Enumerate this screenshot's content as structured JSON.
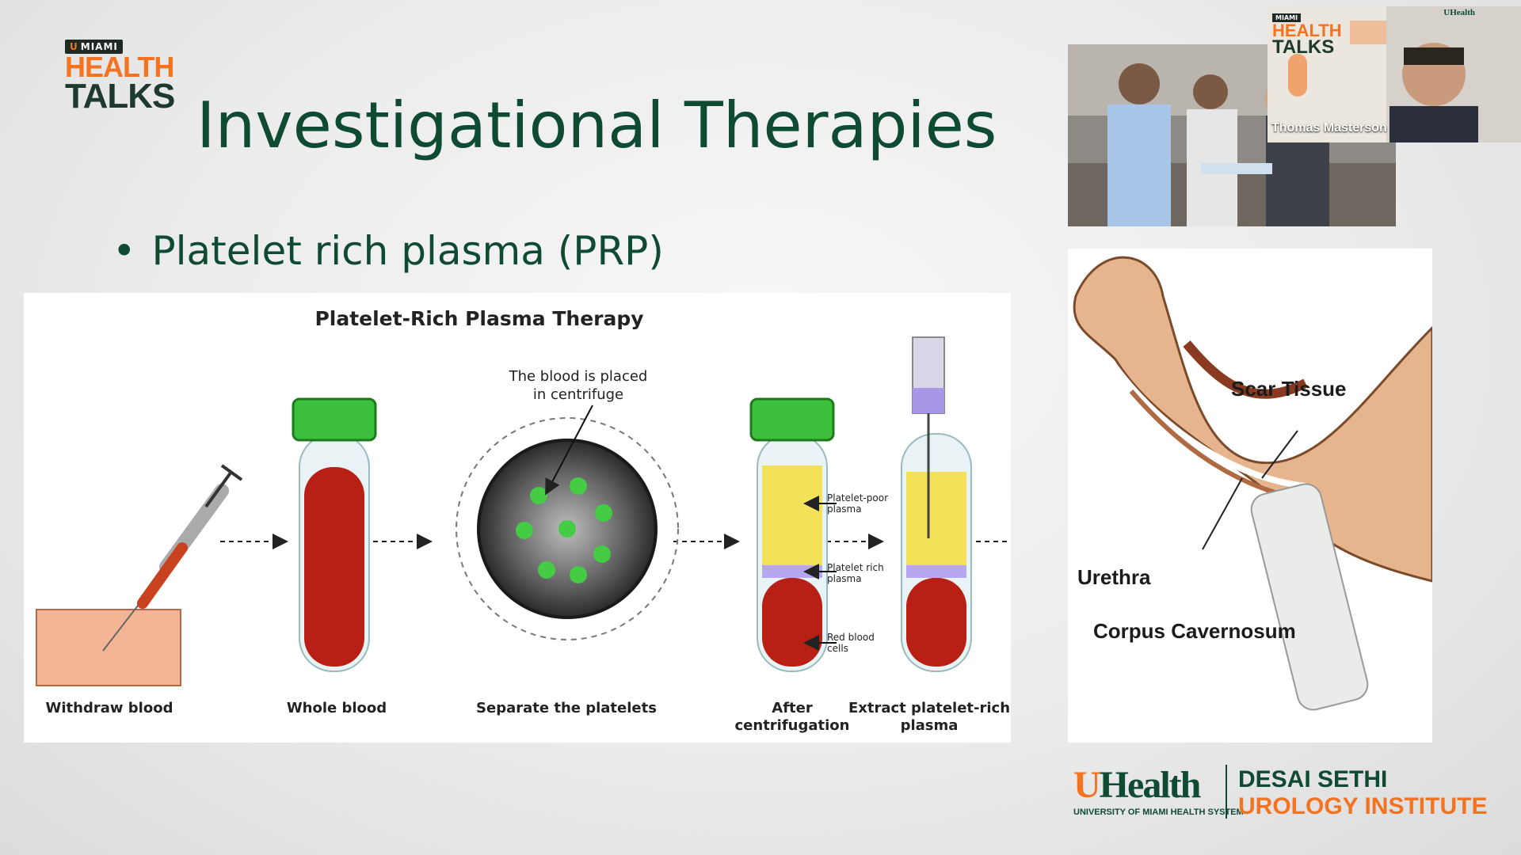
{
  "logo": {
    "badge": "MIAMI",
    "line1": "HEALTH",
    "line2": "TALKS"
  },
  "slide": {
    "title": "Investigational Therapies",
    "bullet": "Platelet rich plasma (PRP)"
  },
  "diagram": {
    "title": "Platelet-Rich Plasma Therapy",
    "centrifuge_note_1": "The blood is placed",
    "centrifuge_note_2": "in centrifuge",
    "steps": {
      "withdraw": "Withdraw blood",
      "whole": "Whole blood",
      "separate": "Separate the platelets",
      "after_1": "After",
      "after_2": "centrifugation",
      "extract_1": "Extract platelet-rich",
      "extract_2": "plasma"
    },
    "layers": {
      "poor_1": "Platelet-poor",
      "poor_2": "plasma",
      "rich_1": "Platelet rich",
      "rich_2": "plasma",
      "red_1": "Red blood",
      "red_2": "cells"
    }
  },
  "video": {
    "participant_name": "Thomas Masterson",
    "pip_badge": "MIAMI",
    "pip_line1": "HEALTH",
    "pip_line2": "TALKS",
    "pip_corner": "UHealth"
  },
  "anatomy": {
    "scar": "Scar Tissue",
    "urethra": "Urethra",
    "corpus": "Corpus Cavernosum"
  },
  "footer": {
    "uhealth": "Health",
    "uhealth_sub": "UNIVERSITY OF MIAMI HEALTH SYSTEM",
    "institute_1": "DESAI SETHI",
    "institute_2": "UROLOGY INSTITUTE"
  },
  "colors": {
    "green": "#0f4a32",
    "orange": "#f47321"
  }
}
